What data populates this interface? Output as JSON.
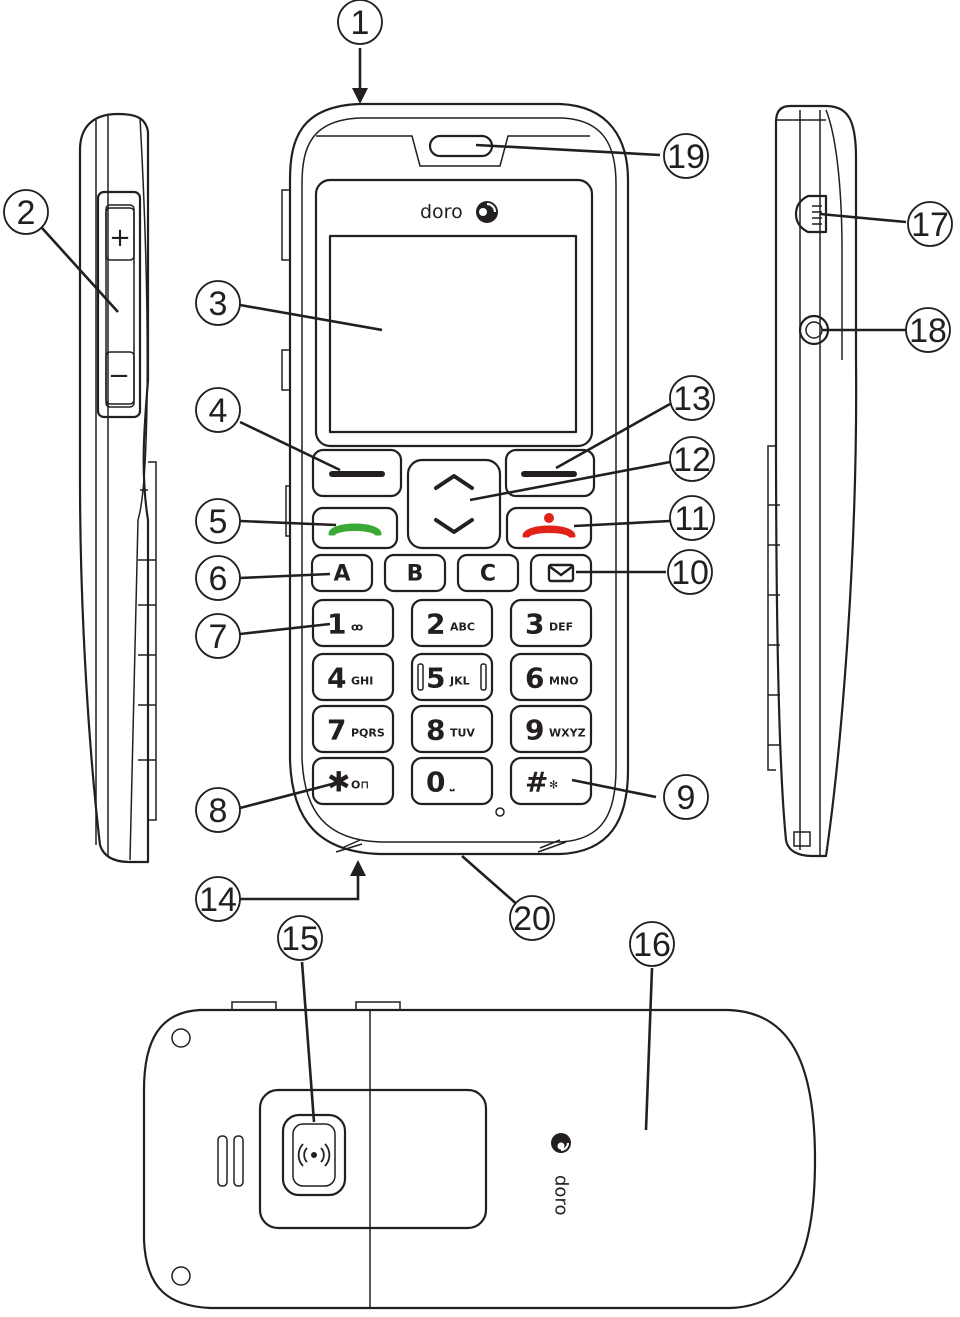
{
  "brand": {
    "logo_text": "doro"
  },
  "callouts": [
    {
      "id": "1",
      "label": "1"
    },
    {
      "id": "2",
      "label": "2"
    },
    {
      "id": "3",
      "label": "3"
    },
    {
      "id": "4",
      "label": "4"
    },
    {
      "id": "5",
      "label": "5"
    },
    {
      "id": "6",
      "label": "6"
    },
    {
      "id": "7",
      "label": "7"
    },
    {
      "id": "8",
      "label": "8"
    },
    {
      "id": "9",
      "label": "9"
    },
    {
      "id": "10",
      "label": "10"
    },
    {
      "id": "11",
      "label": "11"
    },
    {
      "id": "12",
      "label": "12"
    },
    {
      "id": "13",
      "label": "13"
    },
    {
      "id": "14",
      "label": "14"
    },
    {
      "id": "15",
      "label": "15"
    },
    {
      "id": "16",
      "label": "16"
    },
    {
      "id": "17",
      "label": "17"
    },
    {
      "id": "18",
      "label": "18"
    },
    {
      "id": "19",
      "label": "19"
    },
    {
      "id": "20",
      "label": "20"
    }
  ],
  "side_buttons": {
    "volume_up": "+",
    "volume_down": "−"
  },
  "keypad": {
    "memory_keys": [
      "A",
      "B",
      "C"
    ],
    "keys": [
      {
        "id": "1",
        "digit": "1",
        "letters": "ꝏ"
      },
      {
        "id": "2",
        "digit": "2",
        "letters": "ABC"
      },
      {
        "id": "3",
        "digit": "3",
        "letters": "DEF"
      },
      {
        "id": "4",
        "digit": "4",
        "letters": "GHI"
      },
      {
        "id": "5",
        "digit": "5",
        "letters": "JKL"
      },
      {
        "id": "6",
        "digit": "6",
        "letters": "MNO"
      },
      {
        "id": "7",
        "digit": "7",
        "letters": "PQRS"
      },
      {
        "id": "8",
        "digit": "8",
        "letters": "TUV"
      },
      {
        "id": "9",
        "digit": "9",
        "letters": "WXYZ"
      },
      {
        "id": "star",
        "digit": "✱",
        "letters": "O⊓"
      },
      {
        "id": "0",
        "digit": "0",
        "letters": "⎵"
      },
      {
        "id": "hash",
        "digit": "#",
        "letters": "✻"
      }
    ]
  }
}
